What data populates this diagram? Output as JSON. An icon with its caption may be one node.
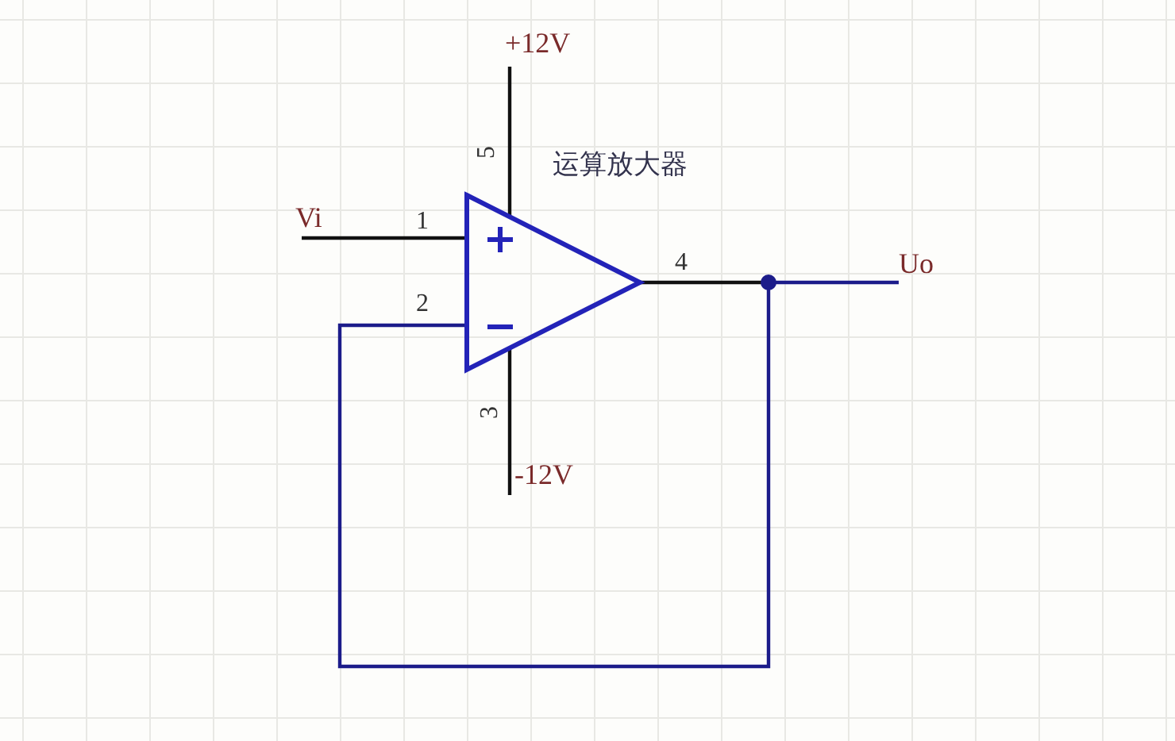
{
  "diagram": {
    "nodes": [
      {
        "text": [
          "运算放大器"
        ]
      },
      {
        "text": [
          "Vi"
        ]
      },
      {
        "text": [
          "Uo"
        ]
      },
      {
        "text": [
          "+12V"
        ]
      },
      {
        "text": [
          "-12V"
        ]
      },
      {
        "text": [],
        "shape": "circle"
      }
    ],
    "edges": [
      {
        "from": 1,
        "to": 0,
        "arrow": "none",
        "label": "1"
      },
      {
        "from": 5,
        "to": 0,
        "arrow": "none",
        "label": "2",
        "color": "#1c1c8a"
      },
      {
        "from": 0,
        "to": 5,
        "arrow": "none",
        "label": "4"
      },
      {
        "from": 5,
        "to": 2,
        "arrow": "none",
        "color": "#1c1c8a"
      },
      {
        "from": 3,
        "to": 0,
        "arrow": "none",
        "label": "5"
      },
      {
        "from": 4,
        "to": 0,
        "arrow": "none",
        "label": "3"
      }
    ]
  }
}
